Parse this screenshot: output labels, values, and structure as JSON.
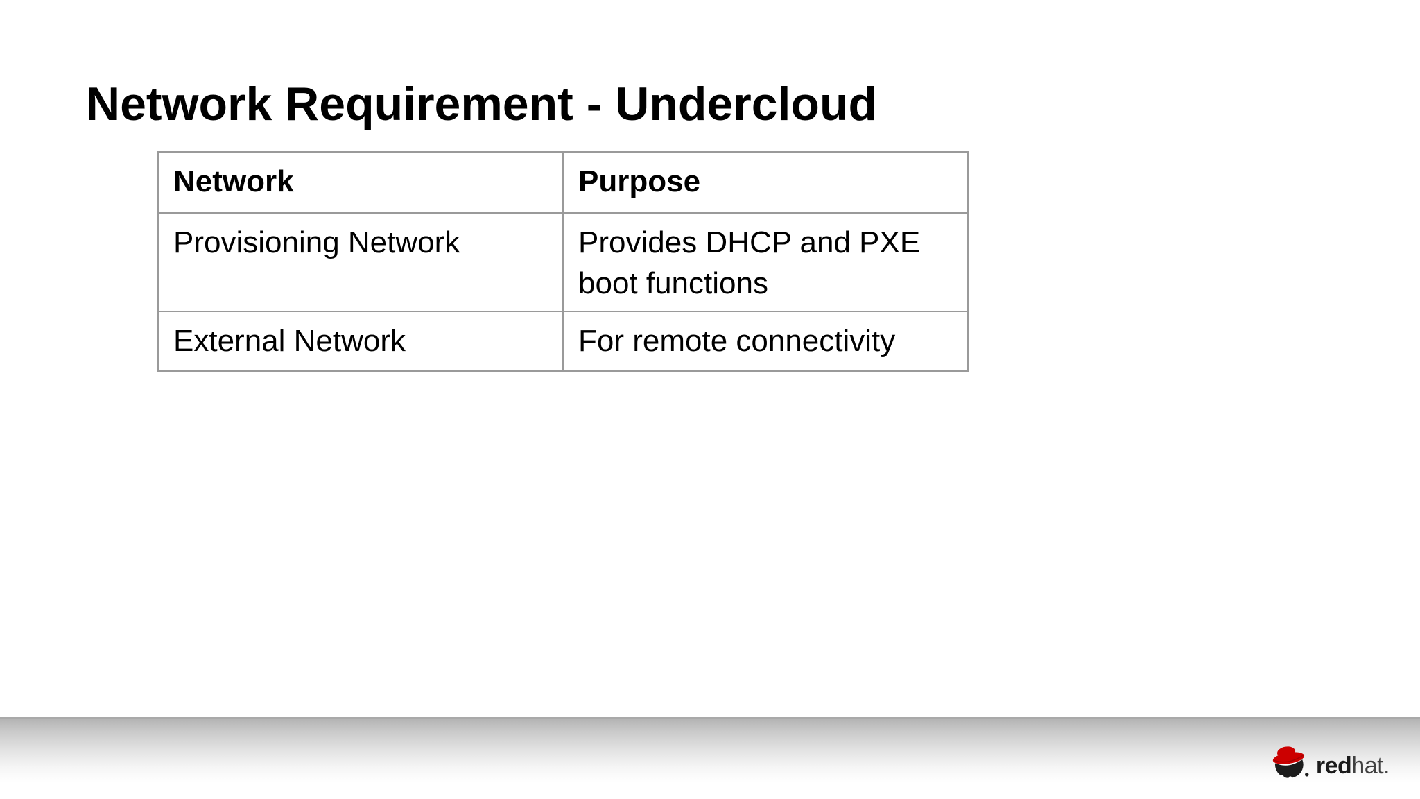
{
  "slide": {
    "title": "Network Requirement - Undercloud",
    "table": {
      "headers": [
        "Network",
        "Purpose"
      ],
      "rows": [
        [
          "Provisioning Network",
          "Provides DHCP and PXE boot functions"
        ],
        [
          "External Network",
          "For remote connectivity"
        ]
      ]
    },
    "footer": {
      "brand_bold": "red",
      "brand_light": "hat.",
      "logo_icon": "redhat-shadowman-icon"
    },
    "colors": {
      "text": "#000000",
      "table_border": "#9a9a9a",
      "brand_red": "#cc0000",
      "brand_dark": "#1b1b1b",
      "brand_gray": "#404040",
      "band_gray_top": "#b3b3b3"
    }
  }
}
